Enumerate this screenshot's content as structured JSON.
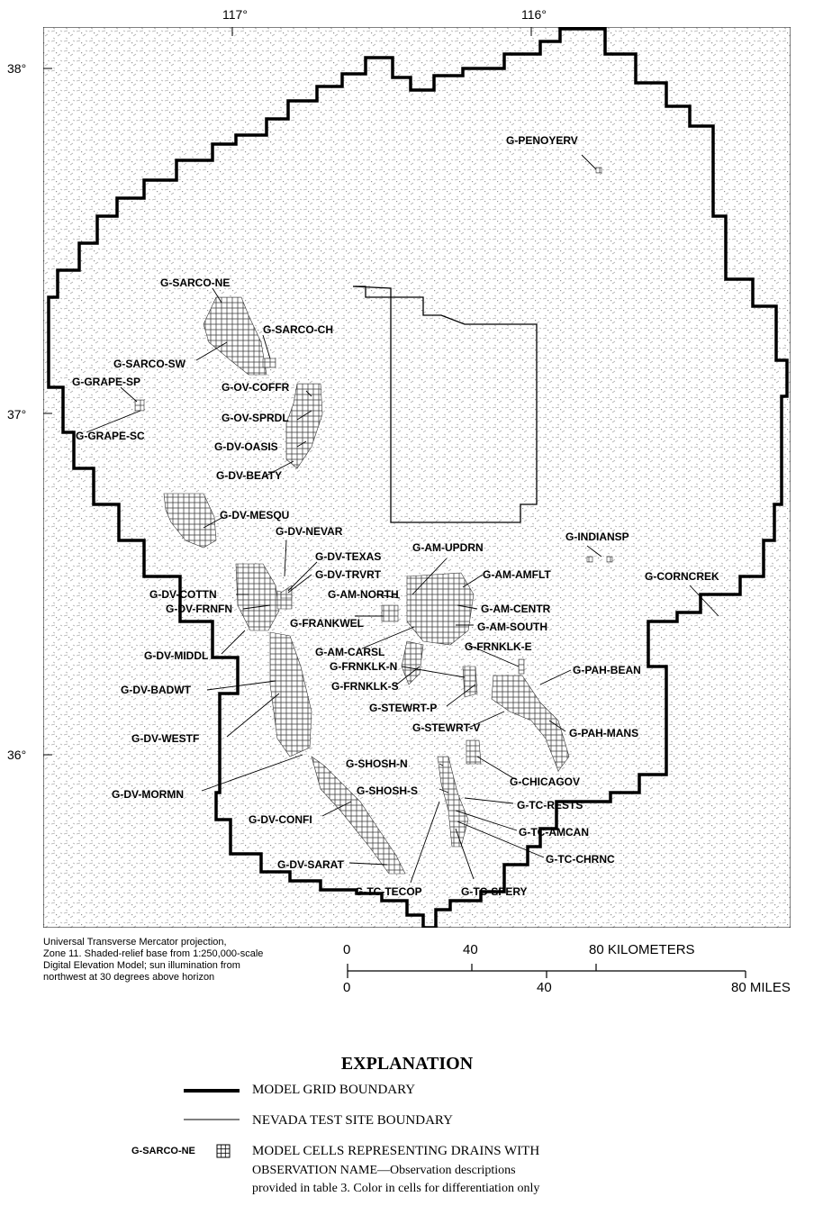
{
  "axes": {
    "longitude_ticks": [
      {
        "label": "117°"
      },
      {
        "label": "116°"
      }
    ],
    "latitude_ticks": [
      {
        "label": "38°"
      },
      {
        "label": "37°"
      },
      {
        "label": "36°"
      }
    ]
  },
  "observations": [
    "G-PENOYERV",
    "G-SARCO-NE",
    "G-SARCO-CH",
    "G-SARCO-SW",
    "G-GRAPE-SP",
    "G-OV-COFFR",
    "G-OV-SPRDL",
    "G-GRAPE-SC",
    "G-DV-OASIS",
    "G-DV-BEATY",
    "G-DV-MESQU",
    "G-DV-NEVAR",
    "G-DV-TEXAS",
    "G-AM-UPDRN",
    "G-INDIANSP",
    "G-AM-AMFLT",
    "G-DV-TRVRT",
    "G-AM-NORTH",
    "G-CORNCREK",
    "G-DV-COTTN",
    "G-AM-CENTR",
    "G-DV-FRNFN",
    "G-FRANKWEL",
    "G-AM-SOUTH",
    "G-AM-CARSL",
    "G-FRNKLK-E",
    "G-DV-MIDDL",
    "G-FRNKLK-N",
    "G-PAH-BEAN",
    "G-DV-BADWT",
    "G-FRNKLK-S",
    "G-STEWRT-P",
    "G-STEWRT-V",
    "G-DV-WESTF",
    "G-PAH-MANS",
    "G-SHOSH-N",
    "G-CHICAGOV",
    "G-DV-MORMN",
    "G-SHOSH-S",
    "G-TC-RESTS",
    "G-DV-CONFI",
    "G-TC-AMCAN",
    "G-TC-CHRNC",
    "G-DV-SARAT",
    "G-TC-TECOP",
    "G-TC-SPERY"
  ],
  "credit": [
    "Universal Transverse Mercator projection,",
    "Zone 11. Shaded-relief base from 1:250,000-scale",
    "Digital Elevation  Model; sun illumination from",
    "northwest at 30 degrees above horizon"
  ],
  "scale": {
    "km_ticks": [
      "0",
      "40",
      "80 KILOMETERS"
    ],
    "mi_ticks": [
      "0",
      "40",
      "80 MILES"
    ]
  },
  "explanation": {
    "title": "EXPLANATION",
    "model_grid": "MODEL GRID BOUNDARY",
    "nts": "NEVADA TEST SITE BOUNDARY",
    "cells_sample": "G-SARCO-NE",
    "cells_line1": "MODEL CELLS REPRESENTING DRAINS  WITH",
    "cells_line2": "OBSERVATION  NAME—Observation descriptions",
    "cells_line3": "provided in table 3. Color in cells for differentiation only"
  },
  "colors": {
    "ink": "#000000",
    "relief": "#cfcfcf",
    "cell_fill": "#ffffff"
  }
}
